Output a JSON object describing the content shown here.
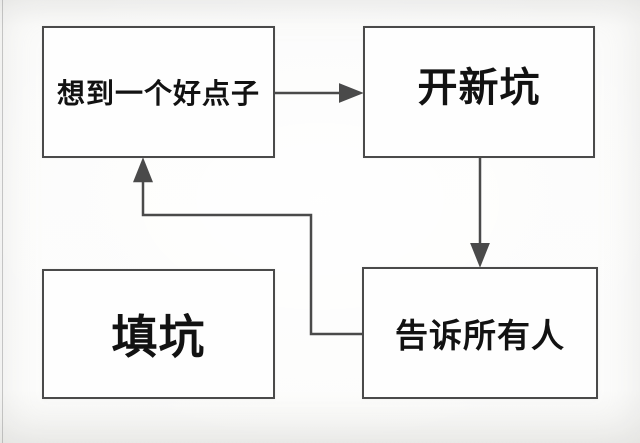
{
  "diagram": {
    "type": "flowchart",
    "title_visible": false,
    "nodes": [
      {
        "id": "idea",
        "label": "想到一个好点子"
      },
      {
        "id": "new_pit",
        "label": "开新坑"
      },
      {
        "id": "fill_pit",
        "label": "填坑"
      },
      {
        "id": "tell_everyone",
        "label": "告诉所有人"
      }
    ],
    "edges": [
      {
        "from": "idea",
        "to": "new_pit",
        "style": "straight-right-arrow"
      },
      {
        "from": "new_pit",
        "to": "tell_everyone",
        "style": "straight-down-arrow"
      },
      {
        "from": "tell_everyone",
        "to": "idea",
        "style": "orthogonal-loop-back-up-arrow"
      }
    ],
    "unconnected_nodes": [
      "fill_pit"
    ],
    "colors": {
      "line": "#4a4a4a",
      "text": "#121212",
      "box_background": "#fefefe",
      "canvas_background": "#fbfbfa"
    }
  }
}
